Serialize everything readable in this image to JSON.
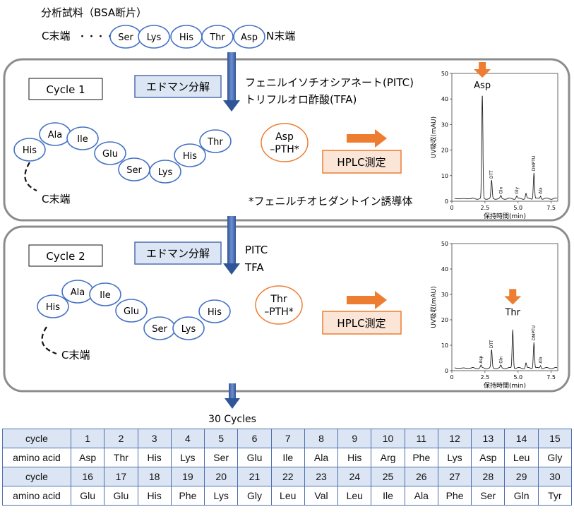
{
  "sample": {
    "title": "分析試料（BSA断片）",
    "c_term": "C末端",
    "dots": "・・・・",
    "n_term": "N末端",
    "residues": [
      "Ser",
      "Lys",
      "His",
      "Thr",
      "Asp"
    ]
  },
  "cycle1": {
    "label": "Cycle 1",
    "edman_label": "エドマン分解",
    "reagent1": "フェニルイソチオシアネート(PITC)",
    "reagent2": "トリフルオロ酢酸(TFA)",
    "chain": [
      "His",
      "Ala",
      "Ile",
      "Glu",
      "Ser",
      "Lys",
      "His",
      "Thr"
    ],
    "c_term": "C末端",
    "pth_line1": "Asp",
    "pth_line2": "–PTH*",
    "hplc_label": "HPLC測定",
    "footnote": "*フェニルチオヒダントイン誘導体",
    "peak_label": "Asp"
  },
  "cycle2": {
    "label": "Cycle 2",
    "edman_label": "エドマン分解",
    "reagent1": "PITC",
    "reagent2": "TFA",
    "chain": [
      "His",
      "Ala",
      "Ile",
      "Glu",
      "Ser",
      "Lys",
      "His"
    ],
    "c_term": "C末端",
    "pth_line1": "Thr",
    "pth_line2": "–PTH*",
    "hplc_label": "HPLC測定",
    "peak_label": "Thr"
  },
  "cycles_label": "30 Cycles",
  "chart_data": [
    {
      "type": "line",
      "xlabel": "保持時間(min)",
      "ylabel": "UV吸収(mAU)",
      "xlim": [
        0,
        8
      ],
      "ylim": [
        0,
        50
      ],
      "x_ticks": [
        "0",
        "2.5",
        "5.0",
        "7.5"
      ],
      "y_ticks": [
        "0",
        "10",
        "20",
        "30",
        "40",
        "50"
      ],
      "peaks": [
        {
          "label": "Asp",
          "x": 2.3,
          "y": 41
        },
        {
          "label": "DTT",
          "x": 3.0,
          "y": 8
        },
        {
          "label": "Gln",
          "x": 3.7,
          "y": 2
        },
        {
          "label": "Gly",
          "x": 4.9,
          "y": 2
        },
        {
          "label": "",
          "x": 5.6,
          "y": 3
        },
        {
          "label": "DMPTU",
          "x": 6.2,
          "y": 11
        },
        {
          "label": "Ala",
          "x": 6.7,
          "y": 2
        }
      ]
    },
    {
      "type": "line",
      "xlabel": "保持時間(min)",
      "ylabel": "UV吸収(mAU)",
      "xlim": [
        0,
        8
      ],
      "ylim": [
        0,
        50
      ],
      "x_ticks": [
        "0",
        "2.5",
        "5.0",
        "7.5"
      ],
      "y_ticks": [
        "0",
        "10",
        "20",
        "30",
        "40",
        "50"
      ],
      "peaks": [
        {
          "label": "Asp",
          "x": 2.2,
          "y": 2
        },
        {
          "label": "DTT",
          "x": 3.0,
          "y": 8
        },
        {
          "label": "Gln",
          "x": 3.7,
          "y": 2
        },
        {
          "label": "Thr",
          "x": 4.6,
          "y": 16
        },
        {
          "label": "",
          "x": 5.6,
          "y": 3
        },
        {
          "label": "DMPTU",
          "x": 6.2,
          "y": 11
        },
        {
          "label": "Ala",
          "x": 6.7,
          "y": 2
        }
      ]
    }
  ],
  "table": {
    "cycle_label": "cycle",
    "aa_label": "amino acid",
    "rows": [
      {
        "cycles": [
          "1",
          "2",
          "3",
          "4",
          "5",
          "6",
          "7",
          "8",
          "9",
          "10",
          "11",
          "12",
          "13",
          "14",
          "15"
        ],
        "amino_acids": [
          "Asp",
          "Thr",
          "His",
          "Lys",
          "Ser",
          "Glu",
          "Ile",
          "Ala",
          "His",
          "Arg",
          "Phe",
          "Lys",
          "Asp",
          "Leu",
          "Gly"
        ]
      },
      {
        "cycles": [
          "16",
          "17",
          "18",
          "19",
          "20",
          "21",
          "22",
          "23",
          "24",
          "25",
          "26",
          "27",
          "28",
          "29",
          "30"
        ],
        "amino_acids": [
          "Glu",
          "Glu",
          "His",
          "Phe",
          "Lys",
          "Gly",
          "Leu",
          "Val",
          "Leu",
          "Ile",
          "Ala",
          "Phe",
          "Ser",
          "Gln",
          "Tyr"
        ]
      }
    ]
  }
}
